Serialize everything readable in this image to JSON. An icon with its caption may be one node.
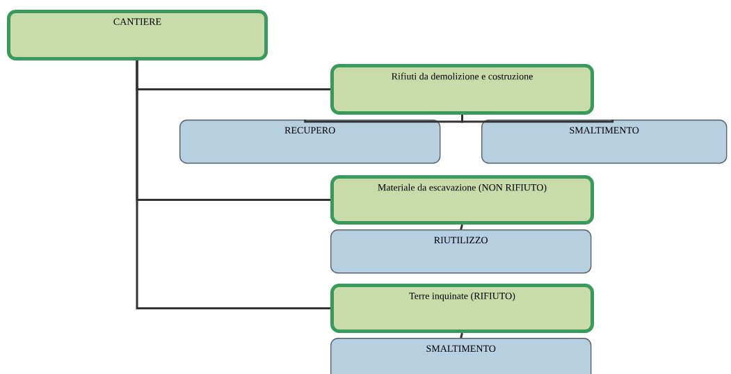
{
  "diagram": {
    "nodes": [
      {
        "text": [
          "CANTIERE"
        ]
      },
      {
        "text": [
          "Rifiuti da demolizione e costruzione"
        ]
      },
      {
        "text": [
          "RECUPERO"
        ]
      },
      {
        "text": [
          "SMALTIMENTO"
        ]
      },
      {
        "text": [
          "Materiale da escavazione (NON RIFIUTO)"
        ]
      },
      {
        "text": [
          "RIUTILIZZO"
        ]
      },
      {
        "text": [
          "Terre inquinate (RIFIUTO)"
        ]
      },
      {
        "text": [
          "SMALTIMENTO"
        ]
      }
    ],
    "edges": [
      {
        "from": 0,
        "to": 1,
        "arrow": "none"
      },
      {
        "from": 0,
        "to": 4,
        "arrow": "none"
      },
      {
        "from": 0,
        "to": 6,
        "arrow": "none"
      },
      {
        "from": 1,
        "to": 2,
        "arrow": "none"
      },
      {
        "from": 1,
        "to": 3,
        "arrow": "none"
      },
      {
        "from": 4,
        "to": 5,
        "arrow": "none"
      },
      {
        "from": 6,
        "to": 7,
        "arrow": "none"
      }
    ]
  }
}
